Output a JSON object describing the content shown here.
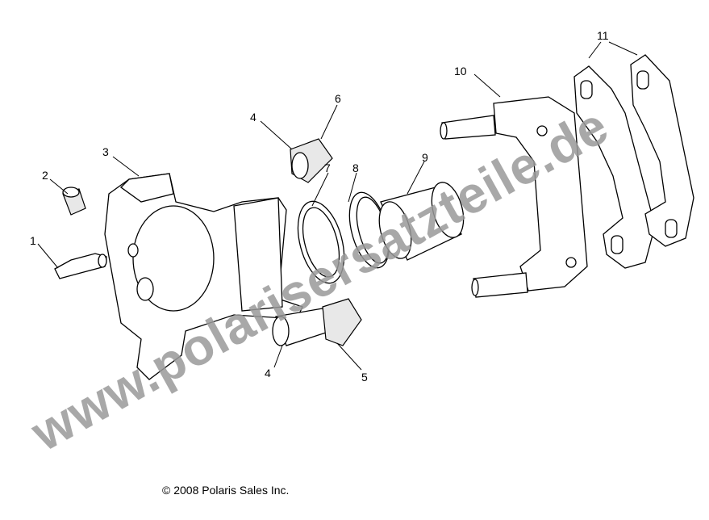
{
  "diagram": {
    "callouts": [
      {
        "label": "1",
        "part": "bleeder-screw"
      },
      {
        "label": "2",
        "part": "bleeder-cap"
      },
      {
        "label": "3",
        "part": "caliper-housing"
      },
      {
        "label": "4",
        "part": "pin-upper"
      },
      {
        "label": "6",
        "part": "boot-upper"
      },
      {
        "label": "7",
        "part": "seal"
      },
      {
        "label": "8",
        "part": "dust-seal"
      },
      {
        "label": "9",
        "part": "piston"
      },
      {
        "label": "10",
        "part": "bracket"
      },
      {
        "label": "11",
        "part": "brake-pads"
      },
      {
        "label": "4",
        "part": "pin-lower"
      },
      {
        "label": "5",
        "part": "boot-lower"
      }
    ],
    "watermark": "www.polarisersatzteile.de",
    "copyright": "© 2008 Polaris Sales Inc."
  }
}
